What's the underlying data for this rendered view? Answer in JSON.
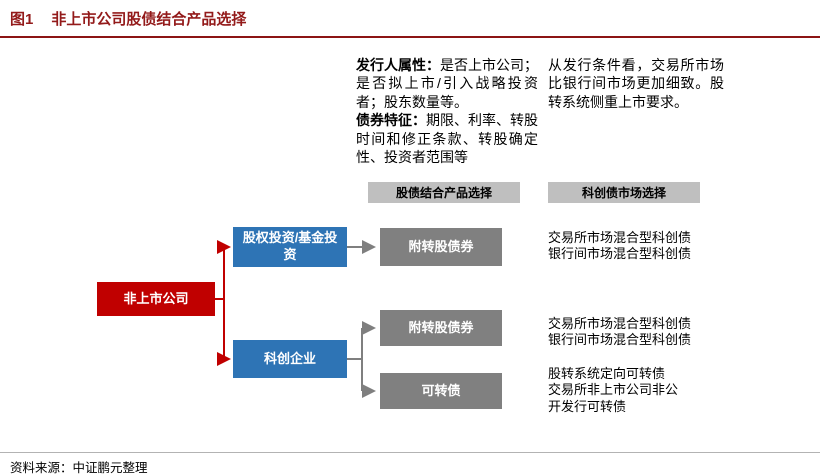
{
  "header": {
    "figure_label": "图1",
    "title": "非上市公司股债结合产品选择"
  },
  "annotations": {
    "issuer_label": "发行人属性：",
    "issuer_text": "是否上市公司；是否拟上市/引入战略投资者；股东数量等。",
    "bond_label": "债券特征：",
    "bond_text": "期限、利率、转股时间和修正条款、转股确定性、投资者范围等",
    "condition_text": "从发行条件看，交易所市场比银行间市场更加细致。股转系统侧重上市要求。"
  },
  "columns": {
    "product_header": "股债结合产品选择",
    "market_header": "科创债市场选择"
  },
  "nodes": {
    "root": "非上市公司",
    "equity_investment": "股权投资/基金投资",
    "scitech_enterprise": "科创企业",
    "product_convertible_attached_1": "附转股债券",
    "product_convertible_attached_2": "附转股债券",
    "product_convertible": "可转债"
  },
  "market_notes": {
    "note1": "交易所市场混合型科创债\n银行间市场混合型科创债",
    "note2": "交易所市场混合型科创债\n银行间市场混合型科创债",
    "note3": "股转系统定向可转债\n交易所非上市公司非公\n开发行可转债"
  },
  "footer": {
    "source": "资料来源：中证鹏元整理"
  },
  "colors": {
    "title_red": "#931a1a",
    "node_red": "#c00000",
    "node_blue": "#2e74b5",
    "node_gray": "#808080",
    "header_bar_gray": "#bfbfbf"
  }
}
